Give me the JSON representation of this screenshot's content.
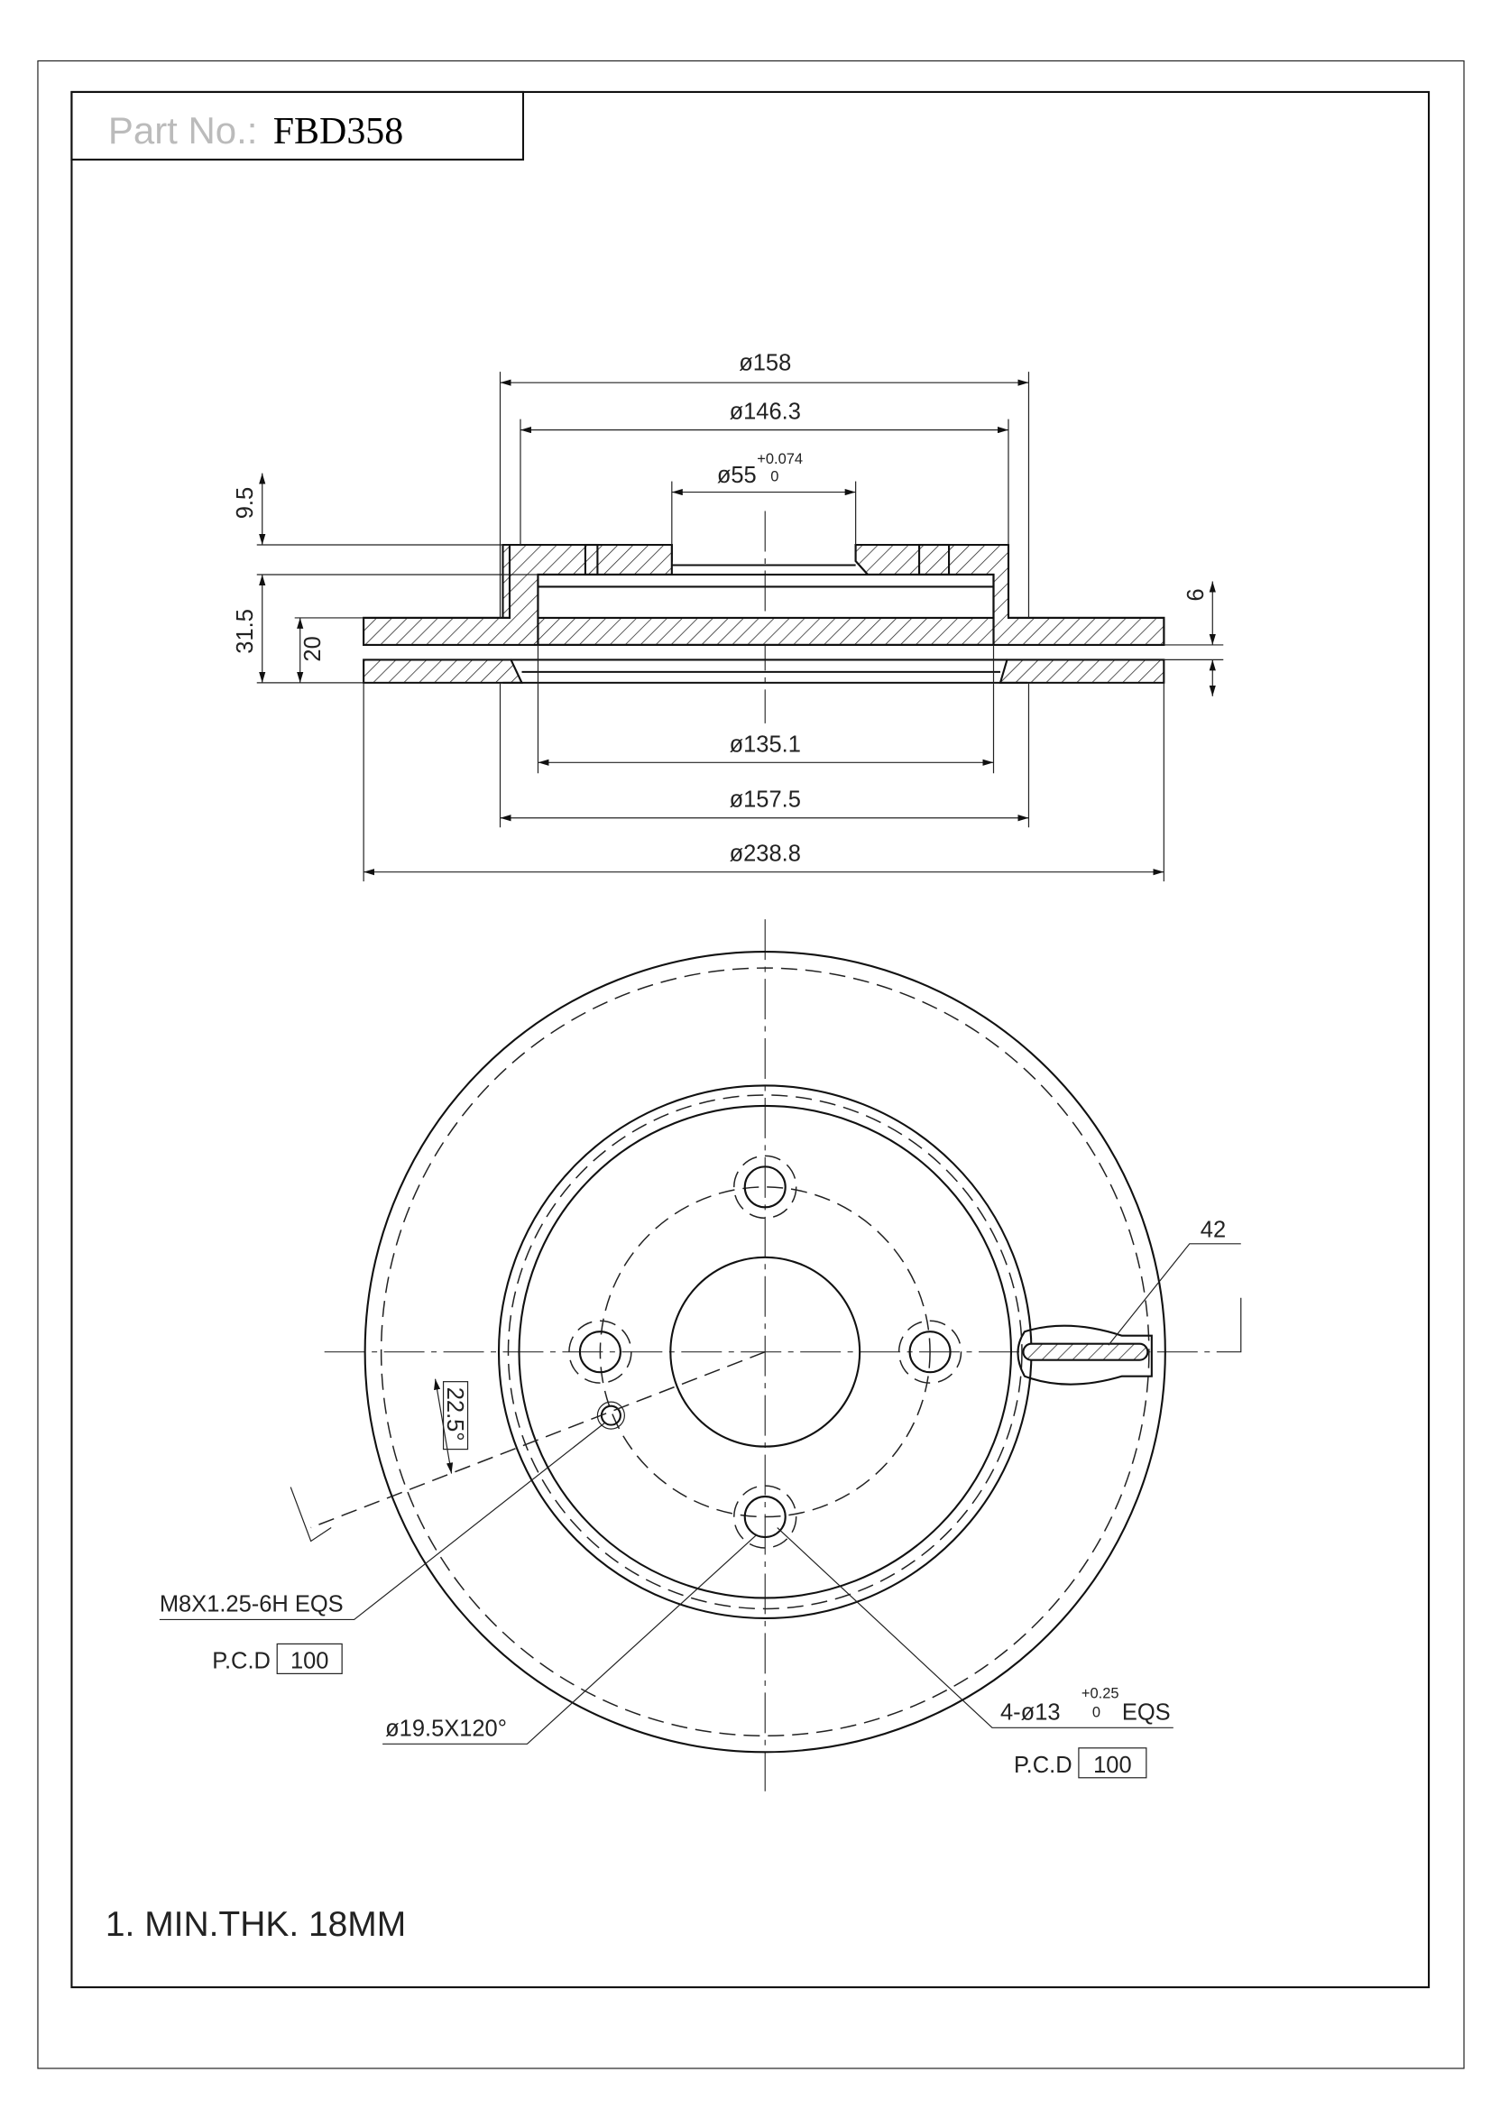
{
  "title_block": {
    "label": "Part No.:",
    "part_number": "FBD358"
  },
  "section_view": {
    "dims": {
      "d158": "ø158",
      "d146": "ø146.3",
      "d55": "ø55",
      "d55_tol_upper": "+0.074",
      "d55_tol_lower": "0",
      "d135": "ø135.1",
      "d157": "ø157.5",
      "d238": "ø238.8",
      "h95": "9.5",
      "h315": "31.5",
      "h20": "20",
      "h6": "6"
    }
  },
  "front_view": {
    "vane_dim": "42",
    "angle": "22.5°",
    "thread_note": "M8X1.25-6H EQS",
    "thread_pcd_label": "P.C.D",
    "thread_pcd_value": "100",
    "chamfer_note": "ø19.5X120°",
    "holes_prefix": "4-ø13",
    "holes_tol_upper": "+0.25",
    "holes_tol_lower": "0",
    "holes_suffix": "EQS",
    "holes_pcd_label": "P.C.D",
    "holes_pcd_value": "100"
  },
  "notes": {
    "note1": "1. MIN.THK. 18MM"
  }
}
